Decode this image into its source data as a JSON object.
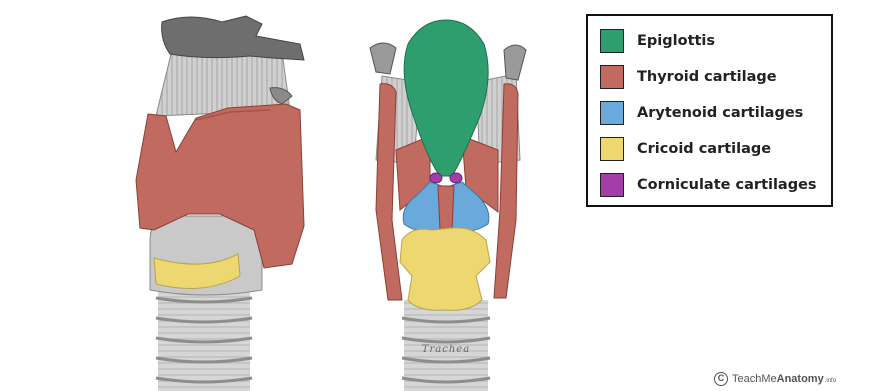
{
  "legend": {
    "items": [
      {
        "label": "Epiglottis",
        "color": "#2e9e6e"
      },
      {
        "label": "Thyroid cartilage",
        "color": "#c16a5f"
      },
      {
        "label": "Arytenoid cartilages",
        "color": "#6aa9dc"
      },
      {
        "label": "Cricoid cartilage",
        "color": "#ecd770"
      },
      {
        "label": "Corniculate cartilages",
        "color": "#a33ea8"
      }
    ]
  },
  "figure": {
    "trachea_label": "Trachea"
  },
  "credit": {
    "brand_prefix": "TeachMe",
    "brand_strong": "Anatomy",
    "brand_suffix": ".info"
  }
}
